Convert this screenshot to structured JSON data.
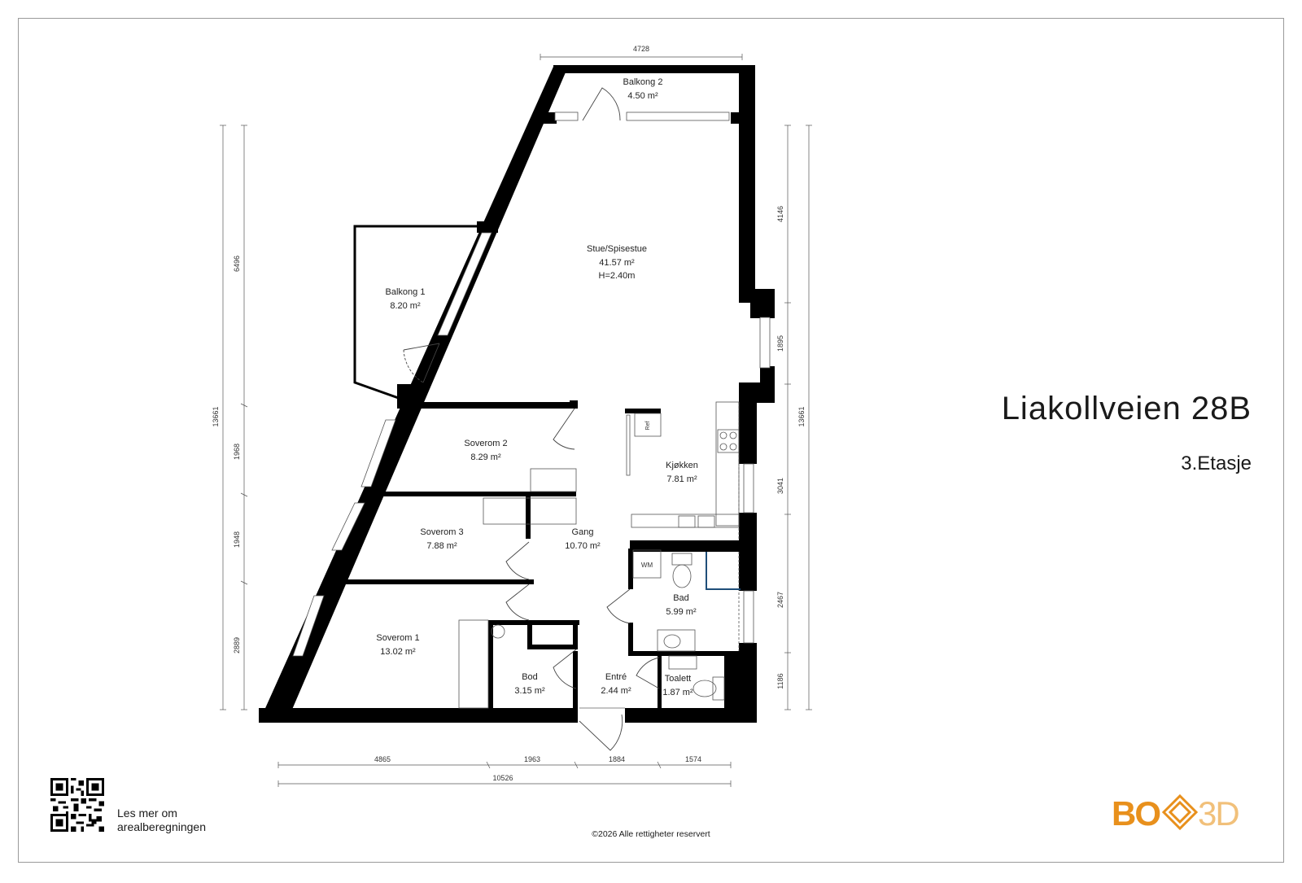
{
  "header": {
    "address": "Liakollveien 28B",
    "floor": "3.Etasje"
  },
  "rooms": [
    {
      "name": "Balkong 2",
      "area": "4.50 m²"
    },
    {
      "name": "Stue/Spisestue",
      "area": "41.57 m²",
      "height": "H=2.40m"
    },
    {
      "name": "Balkong 1",
      "area": "8.20 m²"
    },
    {
      "name": "Soverom 2",
      "area": "8.29 m²"
    },
    {
      "name": "Kjøkken",
      "area": "7.81 m²"
    },
    {
      "name": "Soverom 3",
      "area": "7.88 m²"
    },
    {
      "name": "Gang",
      "area": "10.70 m²"
    },
    {
      "name": "Bad",
      "area": "5.99 m²"
    },
    {
      "name": "Soverom 1",
      "area": "13.02 m²"
    },
    {
      "name": "Bod",
      "area": "3.15 m²"
    },
    {
      "name": "Entré",
      "area": "2.44 m²"
    },
    {
      "name": "Toalett",
      "area": "1.87 m²"
    }
  ],
  "fixtures": {
    "fridge": "Ref",
    "washer": "WM"
  },
  "dimensions": {
    "top": "4728",
    "left_total": "13661",
    "left_segments": [
      "6496",
      "1968",
      "1948",
      "2889"
    ],
    "right_total": "13661",
    "right_segments": [
      "4146",
      "1895",
      "3041",
      "2467",
      "1186"
    ],
    "bottom_segments": [
      "4865",
      "1963",
      "1884",
      "1574"
    ],
    "bottom_total": "10526"
  },
  "footer": {
    "more_info_line1": "Les mer om",
    "more_info_line2": "arealberegningen",
    "copyright": "©2026 Alle rettigheter reservert",
    "logo_left": "BO",
    "logo_right": "3D"
  },
  "colors": {
    "wall": "#000000",
    "logo": "#e8901c",
    "shower_line": "#1f4e79"
  }
}
